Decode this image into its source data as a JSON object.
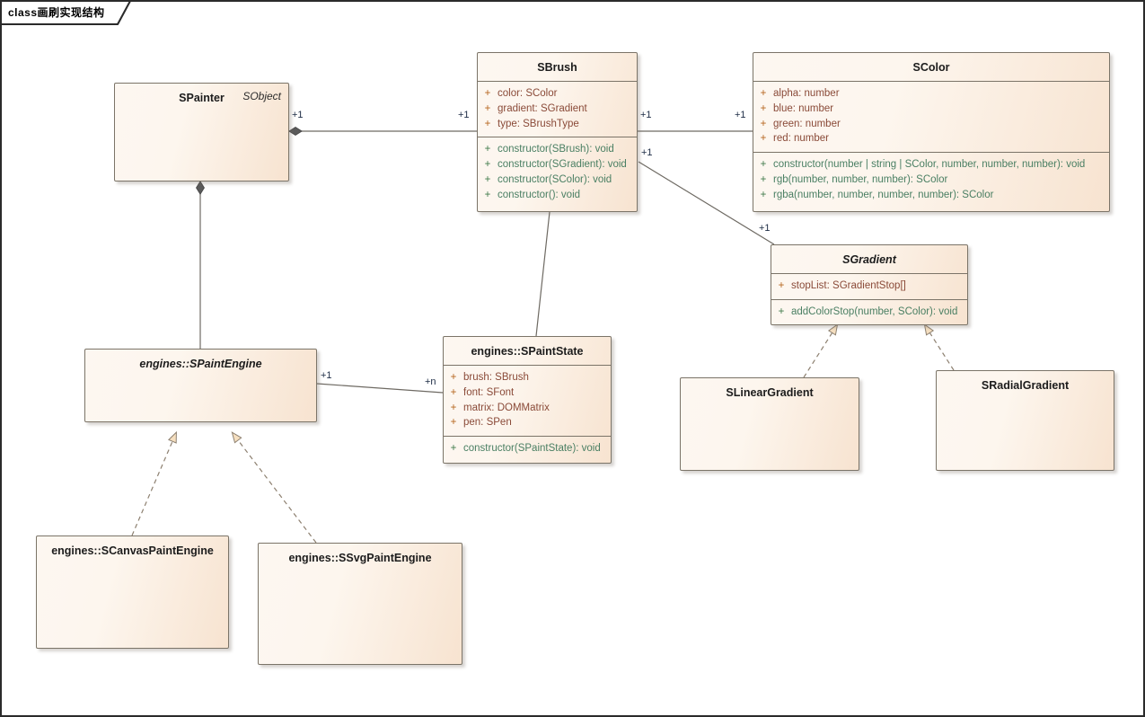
{
  "diagram": {
    "frame_label": "class画刷实现结构",
    "type": "uml-class-diagram",
    "accent_fill_light": "#fdf7f1",
    "accent_fill_dark": "#f7e3d0",
    "border_color": "#7b7468",
    "attr_color": "#8a4a38",
    "op_color": "#4a7f63",
    "arrow_fill": "#f5dfc0"
  },
  "classes": [
    {
      "id": "spainter",
      "name": "SPainter",
      "stereotype": "SObject",
      "italic": false,
      "attributes": [],
      "operations": []
    },
    {
      "id": "sbrush",
      "name": "SBrush",
      "stereotype": "",
      "italic": false,
      "attributes": [
        {
          "vis": "+",
          "text": "color: SColor"
        },
        {
          "vis": "+",
          "text": "gradient: SGradient"
        },
        {
          "vis": "+",
          "text": "type: SBrushType"
        }
      ],
      "operations": [
        {
          "vis": "+",
          "text": "constructor(SBrush): void"
        },
        {
          "vis": "+",
          "text": "constructor(SGradient): void"
        },
        {
          "vis": "+",
          "text": "constructor(SColor): void"
        },
        {
          "vis": "+",
          "text": "constructor(): void"
        }
      ]
    },
    {
      "id": "scolor",
      "name": "SColor",
      "stereotype": "",
      "italic": false,
      "attributes": [
        {
          "vis": "+",
          "text": "alpha: number"
        },
        {
          "vis": "+",
          "text": "blue: number"
        },
        {
          "vis": "+",
          "text": "green: number"
        },
        {
          "vis": "+",
          "text": "red: number"
        }
      ],
      "operations": [
        {
          "vis": "+",
          "text": "constructor(number | string | SColor, number, number, number): void"
        },
        {
          "vis": "+",
          "text": "rgb(number, number, number): SColor"
        },
        {
          "vis": "+",
          "text": "rgba(number, number, number, number): SColor"
        }
      ]
    },
    {
      "id": "sgradient",
      "name": "SGradient",
      "stereotype": "",
      "italic": true,
      "attributes": [
        {
          "vis": "+",
          "text": "stopList: SGradientStop[]"
        }
      ],
      "operations": [
        {
          "vis": "+",
          "text": "addColorStop(number, SColor): void"
        }
      ]
    },
    {
      "id": "spaintstate",
      "name": "engines::SPaintState",
      "stereotype": "",
      "italic": false,
      "attributes": [
        {
          "vis": "+",
          "text": "brush: SBrush"
        },
        {
          "vis": "+",
          "text": "font: SFont"
        },
        {
          "vis": "+",
          "text": "matrix: DOMMatrix"
        },
        {
          "vis": "+",
          "text": "pen: SPen"
        }
      ],
      "operations": [
        {
          "vis": "+",
          "text": "constructor(SPaintState): void"
        }
      ]
    },
    {
      "id": "spaintengine",
      "name": "engines::SPaintEngine",
      "stereotype": "",
      "italic": true,
      "attributes": [],
      "operations": []
    },
    {
      "id": "scanvaspaintengine",
      "name": "engines::SCanvasPaintEngine",
      "stereotype": "",
      "italic": false,
      "attributes": [],
      "operations": []
    },
    {
      "id": "ssvgpaintengine",
      "name": "engines::SSvgPaintEngine",
      "stereotype": "",
      "italic": false,
      "attributes": [],
      "operations": []
    },
    {
      "id": "slineargradient",
      "name": "SLinearGradient",
      "stereotype": "",
      "italic": false,
      "attributes": [],
      "operations": []
    },
    {
      "id": "sradialgradient",
      "name": "SRadialGradient",
      "stereotype": "",
      "italic": false,
      "attributes": [],
      "operations": []
    }
  ],
  "multiplicities": {
    "spainter_to_sbrush_src": "+1",
    "spainter_to_sbrush_dst": "+1",
    "sbrush_to_scolor_src": "+1",
    "sbrush_to_scolor_dst": "+1",
    "sbrush_to_sgradient_src": "+1",
    "sbrush_to_sgradient_dst": "+1",
    "spaintengine_to_spaintstate_src": "+1",
    "spaintengine_to_spaintstate_dst": "+n"
  },
  "relationships": [
    {
      "from": "spainter",
      "to": "sbrush",
      "kind": "composition"
    },
    {
      "from": "sbrush",
      "to": "scolor",
      "kind": "association"
    },
    {
      "from": "sbrush",
      "to": "sgradient",
      "kind": "association"
    },
    {
      "from": "sbrush",
      "to": "spaintstate",
      "kind": "association"
    },
    {
      "from": "spainter",
      "to": "spaintengine",
      "kind": "composition"
    },
    {
      "from": "spaintengine",
      "to": "spaintstate",
      "kind": "association"
    },
    {
      "from": "scanvaspaintengine",
      "to": "spaintengine",
      "kind": "realization"
    },
    {
      "from": "ssvgpaintengine",
      "to": "spaintengine",
      "kind": "realization"
    },
    {
      "from": "slineargradient",
      "to": "sgradient",
      "kind": "realization"
    },
    {
      "from": "sradialgradient",
      "to": "sgradient",
      "kind": "realization"
    }
  ]
}
